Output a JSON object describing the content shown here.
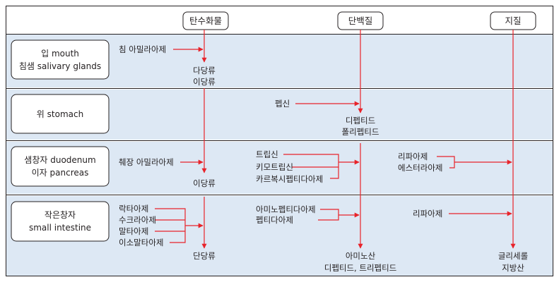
{
  "nutrients": [
    "탄수화물",
    "단백질",
    "지질"
  ],
  "organs": [
    [
      "입 mouth",
      "침샘 salivary glands"
    ],
    [
      "위 stomach"
    ],
    [
      "샘창자 duodenum",
      "이자 pancreas"
    ],
    [
      "작은창자",
      "small intestine"
    ]
  ],
  "enzymes": {
    "salivary_amylase": "침 아밀라아제",
    "pepsin": "펩신",
    "pancreatic_amylase": "췌장 아밀라아제",
    "trypsin": "트립신",
    "chymotrypsin": "키모트립신",
    "carboxypeptidase": "카르복시펩티다아제",
    "lipase_duodenum": "리파아제",
    "esterase": "에스터라아제",
    "lactase": "락타아제",
    "sucrase": "수크라아제",
    "maltase": "말타아제",
    "isomaltase": "이소말타아제",
    "aminopeptidase": "아미노펩티다아제",
    "peptidase": "펩티다아제",
    "lipase_intestine": "리파아제"
  },
  "products": {
    "polysaccharide": "다당류",
    "disaccharide_mouth": "이당류",
    "dipeptide": "디펩티드",
    "polypeptide": "폴리펩티드",
    "disaccharide_duodenum": "이당류",
    "monosaccharide": "단당류",
    "amino_acid": "아미노산",
    "di_tri_peptide": "디펩티드, 트리펩티드",
    "glycerol": "글리세롤",
    "fatty_acid": "지방산"
  },
  "colors": {
    "arrow": "#e8232a",
    "band": "#dde8f4",
    "line": "#231f20"
  }
}
